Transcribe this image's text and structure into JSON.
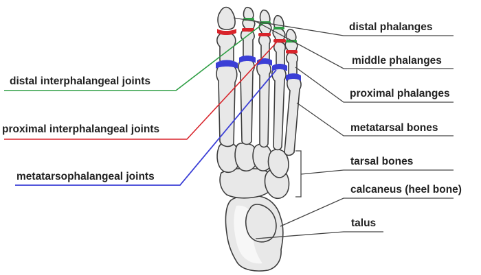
{
  "labels": {
    "distal_phalanges": "distal phalanges",
    "middle_phalanges": "middle phalanges",
    "proximal_phalanges": "proximal phalanges",
    "metatarsal_bones": "metatarsal bones",
    "tarsal_bones": "tarsal bones",
    "calcaneus": "calcaneus (heel bone)",
    "talus": "talus",
    "distal_interphalangeal_joints": "distal interphalangeal joints",
    "proximal_interphalangeal_joints": "proximal interphalangeal joints",
    "metatarsophalangeal_joints": "metatarsophalangeal joints"
  },
  "colors": {
    "distal_interphalangeal": "#2e9e44",
    "proximal_interphalangeal": "#d8242b",
    "metatarsophalangeal": "#3b3fd6",
    "leader": "#444444",
    "bone_fill": "#e8e8e8",
    "bone_outline": "#3d3d3d"
  }
}
